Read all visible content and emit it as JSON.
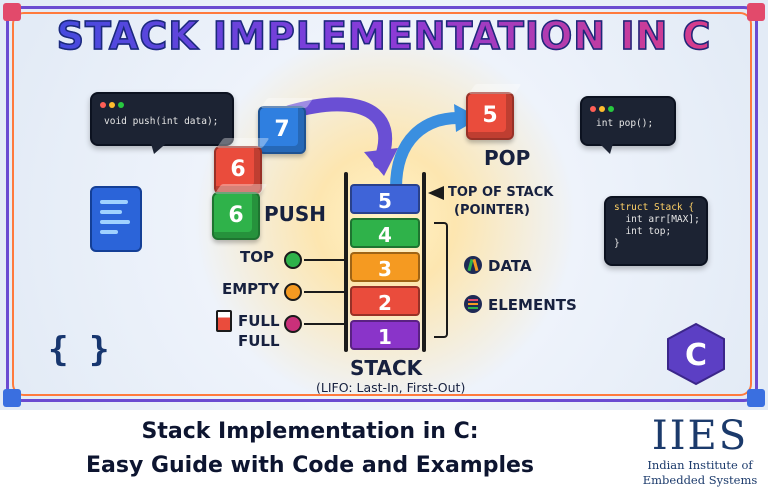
{
  "banner": {
    "title": "STACK IMPLEMENTATION IN C",
    "code_push": "void push(int data);",
    "code_pop": "int pop();",
    "code_struct": [
      "struct Stack {",
      "  int arr[MAX];",
      "  int top;",
      "}"
    ],
    "push_label": "PUSH",
    "pop_label": "POP",
    "top_of_stack": [
      "TOP OF STACK",
      "(POINTER)"
    ],
    "side_labels": {
      "top": "TOP",
      "empty": "EMPTY",
      "full1": "FULL",
      "full2": "FULL"
    },
    "right_labels": {
      "data": "DATA",
      "elements": "ELEMENTS"
    },
    "stack_title": "STACK",
    "stack_subtitle": "(LIFO: Last-In, First-Out)",
    "stack_items": [
      "5",
      "4",
      "3",
      "2",
      "1"
    ],
    "push_cubes": [
      "7",
      "6",
      "6"
    ],
    "pop_cube": "5",
    "braces": "{ }",
    "c_logo": "C",
    "colors": {
      "blue": "#3f64d8",
      "green": "#2fb24a",
      "orange": "#f59a21",
      "red": "#ea4c3c",
      "purple": "#8a34c9"
    }
  },
  "caption": {
    "line1": "Stack Implementation in C:",
    "line2": "Easy Guide with Code and Examples"
  },
  "logo": {
    "acronym": "IIES",
    "line1": "Indian Institute of",
    "line2": "Embedded Systems"
  }
}
